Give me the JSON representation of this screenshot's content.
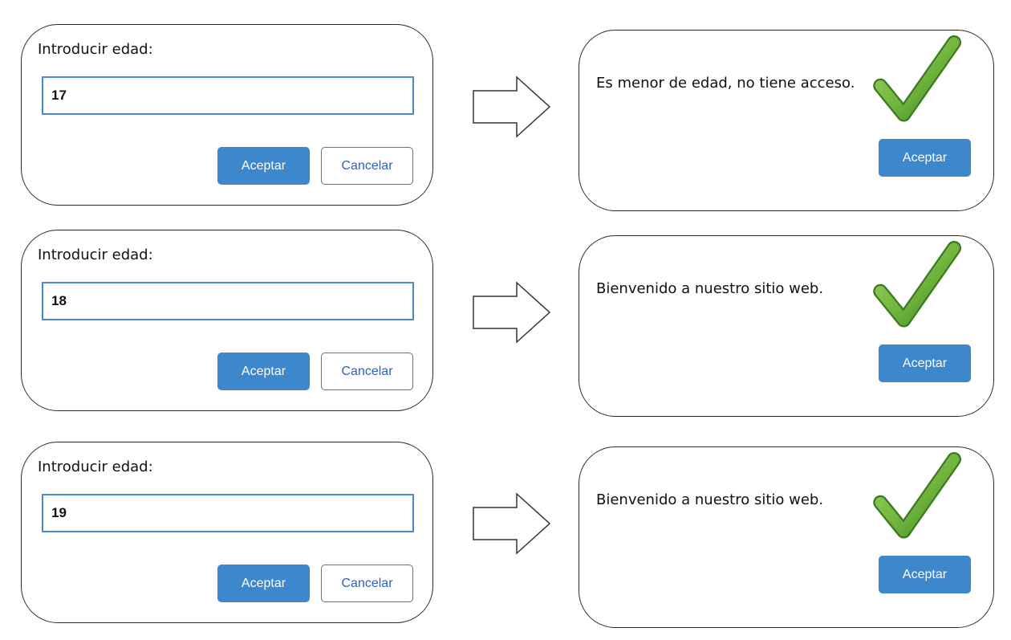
{
  "rows": [
    {
      "prompt_label": "Introducir edad:",
      "input_value": "17",
      "accept_label": "Aceptar",
      "cancel_label": "Cancelar",
      "result_message": "Es menor de edad, no tiene acceso.",
      "result_accept_label": "Aceptar",
      "result_icon": "checkmark-icon"
    },
    {
      "prompt_label": "Introducir edad:",
      "input_value": "18",
      "accept_label": "Aceptar",
      "cancel_label": "Cancelar",
      "result_message": "Bienvenido a nuestro sitio web.",
      "result_accept_label": "Aceptar",
      "result_icon": "checkmark-icon"
    },
    {
      "prompt_label": "Introducir edad:",
      "input_value": "19",
      "accept_label": "Aceptar",
      "cancel_label": "Cancelar",
      "result_message": "Bienvenido a nuestro sitio web.",
      "result_accept_label": "Aceptar",
      "result_icon": "checkmark-icon"
    }
  ],
  "colors": {
    "primary_button": "#3d87cd",
    "input_border": "#4a8ad0",
    "cancel_text": "#2a63b8",
    "check_green": "#6fb33d"
  }
}
